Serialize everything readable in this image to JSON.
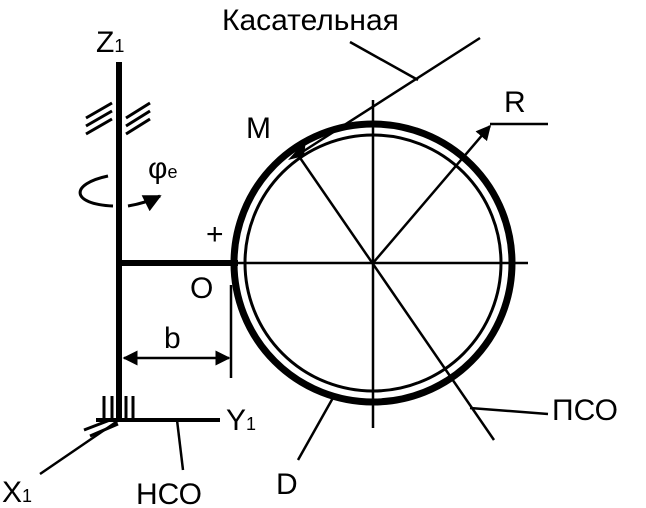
{
  "labels": {
    "tangent": "Касательная",
    "z_axis": "Z",
    "z_sub": "1",
    "y_axis": "Y",
    "y_sub": "1",
    "x_axis": "X",
    "x_sub": "1",
    "point_m": "M",
    "radius": "R",
    "phi": "φ",
    "phi_sub": "e",
    "plus": "+",
    "origin": "O",
    "distance": "b",
    "diameter": "D",
    "moving_frame": "ПСО",
    "fixed_frame": "НСО"
  },
  "colors": {
    "ink": "#000000",
    "background": "#ffffff"
  }
}
